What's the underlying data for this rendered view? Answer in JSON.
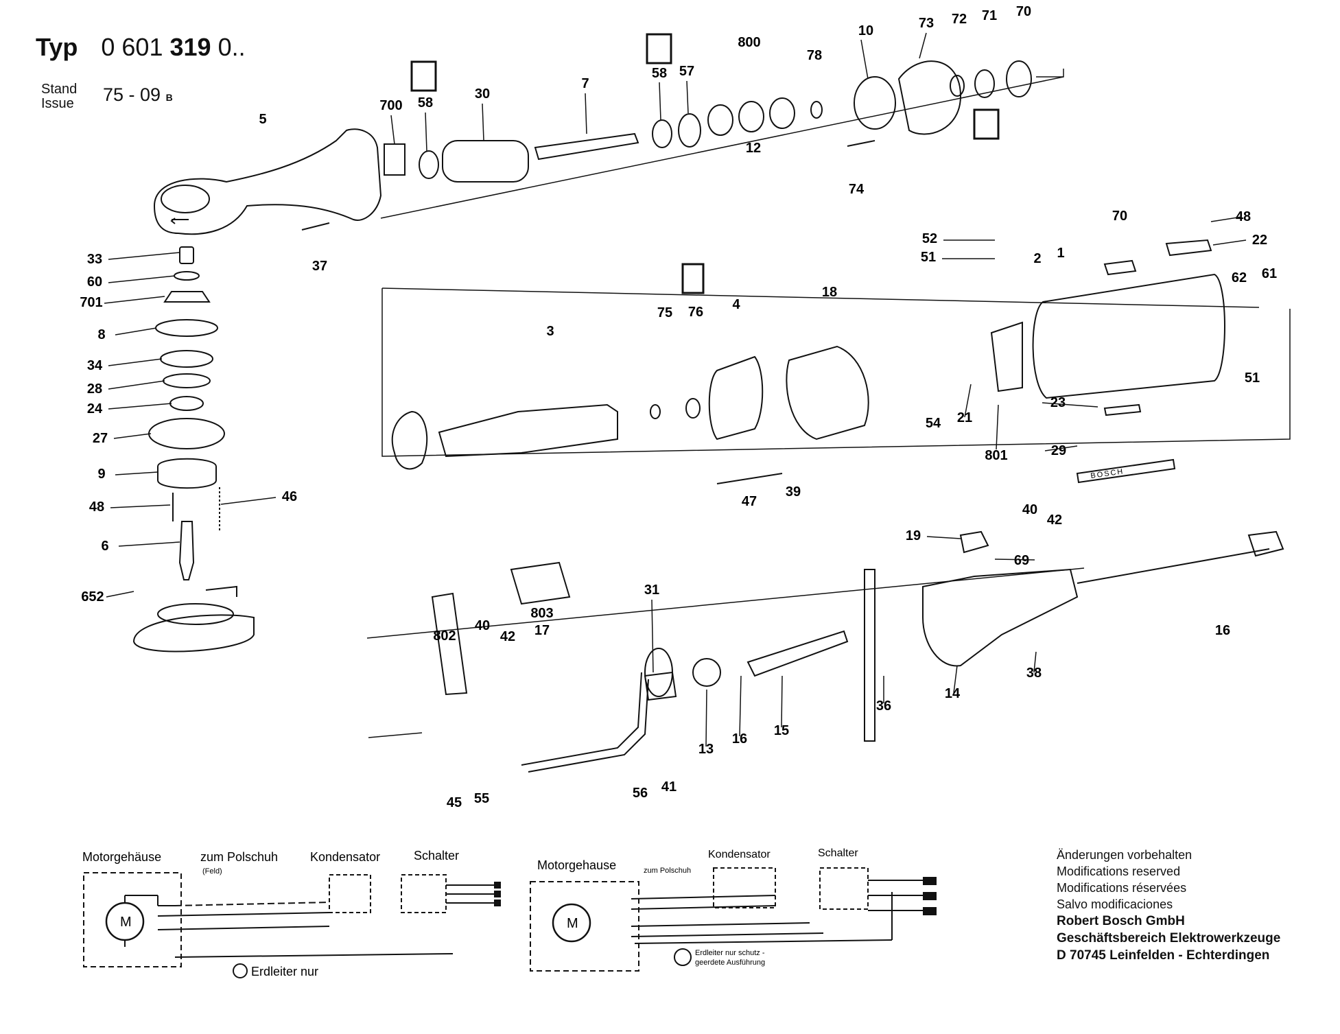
{
  "header": {
    "typ_word": "Typ",
    "number_a": "0 601",
    "number_b": "319",
    "number_c": "0..",
    "stand": "Stand",
    "issue": "Issue",
    "issue_value": "75 - 09",
    "issue_suffix": "B"
  },
  "part_labels": [
    "5",
    "37",
    "700",
    "58",
    "30",
    "7",
    "58",
    "57",
    "800",
    "12",
    "78",
    "10",
    "73",
    "74",
    "72",
    "71",
    "70",
    "33",
    "60",
    "701",
    "8",
    "34",
    "28",
    "24",
    "27",
    "9",
    "48",
    "46",
    "6",
    "652",
    "3",
    "75",
    "76",
    "4",
    "18",
    "47",
    "39",
    "52",
    "51",
    "2",
    "1",
    "54",
    "21",
    "801",
    "70",
    "48",
    "22",
    "62",
    "61",
    "51",
    "23",
    "29",
    "19",
    "40",
    "42",
    "69",
    "14",
    "38",
    "16",
    "36",
    "15",
    "16",
    "13",
    "31",
    "802",
    "40",
    "42",
    "803",
    "17",
    "56",
    "41",
    "45",
    "55"
  ],
  "wiring_left": {
    "motor_label": "Motorgehäuse",
    "polschuh_label": "zum Polschuh",
    "feld_label": "(Feld)",
    "kondensator_label": "Kondensator",
    "schalter_label": "Schalter",
    "motor_symbol": "M",
    "erdleiter_label": "Erdleiter nur"
  },
  "wiring_right": {
    "motor_label": "Motorgehause",
    "polschuh_label": "zum Polschuh",
    "kondensator_label": "Kondensator",
    "schalter_label": "Schalter",
    "motor_symbol": "M",
    "erdleiter_line1": "Erdleiter nur schutz -",
    "erdleiter_line2": "geerdete Ausführung"
  },
  "notes": {
    "line1": "Änderungen vorbehalten",
    "line2": "Modifications reserved",
    "line3": "Modifications réservées",
    "line4": "Salvo modificaciones",
    "company": "Robert Bosch GmbH",
    "division": "Geschäftsbereich Elektrowerkzeuge",
    "address": "D 70745 Leinfelden - Echterdingen"
  },
  "brand": {
    "rail_text": "BOSCH"
  }
}
